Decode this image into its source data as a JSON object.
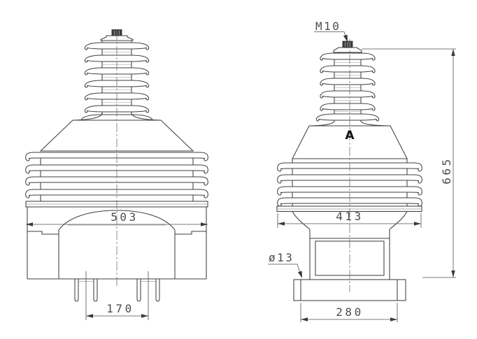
{
  "drawing": {
    "background": "#ffffff",
    "line_color": "#3f3f3f",
    "dim_text_color": "#4d4d4d",
    "views": {
      "front": {
        "dimensions": {
          "body_width": "503",
          "pin_spacing": "170"
        }
      },
      "side": {
        "annotations": {
          "terminal_thread": "M10",
          "section_label": "A",
          "hole_diameter": "ø13"
        },
        "dimensions": {
          "shed_width": "413",
          "base_width": "280",
          "overall_height": "665"
        }
      }
    }
  }
}
